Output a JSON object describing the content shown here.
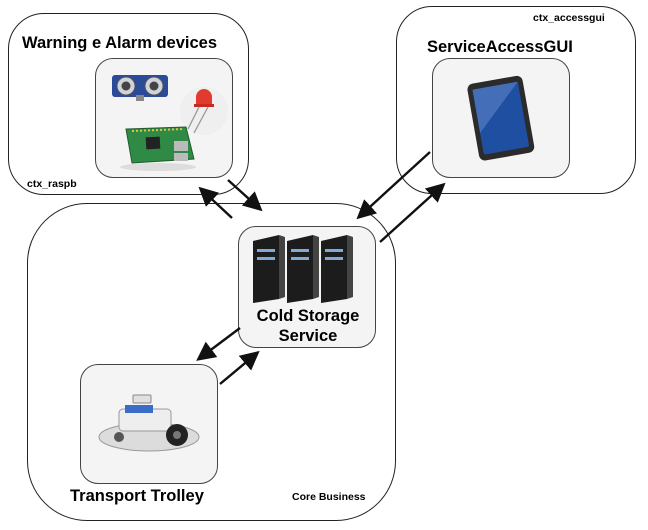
{
  "contexts": {
    "raspb": {
      "title": "Warning e Alarm devices",
      "label": "ctx_raspb"
    },
    "accessgui": {
      "title": "ServiceAccessGUI",
      "label": "ctx_accessgui"
    },
    "core": {
      "label": "Core Business"
    }
  },
  "nodes": {
    "cold_storage": {
      "line1": "Cold Storage",
      "line2": "Service"
    },
    "trolley": {
      "title": "Transport Trolley"
    }
  },
  "colors": {
    "line": "#111111",
    "card_bg": "#f4f4f4"
  }
}
